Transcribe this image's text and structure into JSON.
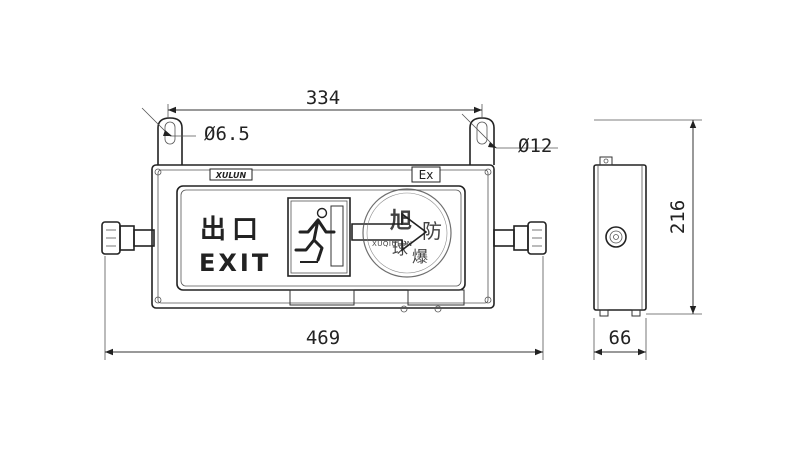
{
  "dimensions": {
    "width_top": "334",
    "hole_small": "Ø6.5",
    "hole_large": "Ø12",
    "overall_width": "469",
    "height": "216",
    "depth": "66"
  },
  "sign": {
    "chinese": "出口",
    "english": "EXIT",
    "ex_mark": "Ex",
    "brand_plate": "XULUN"
  },
  "watermark": {
    "chars": [
      "旭",
      "球",
      "防",
      "爆"
    ],
    "latin": "XUQIULUN"
  }
}
